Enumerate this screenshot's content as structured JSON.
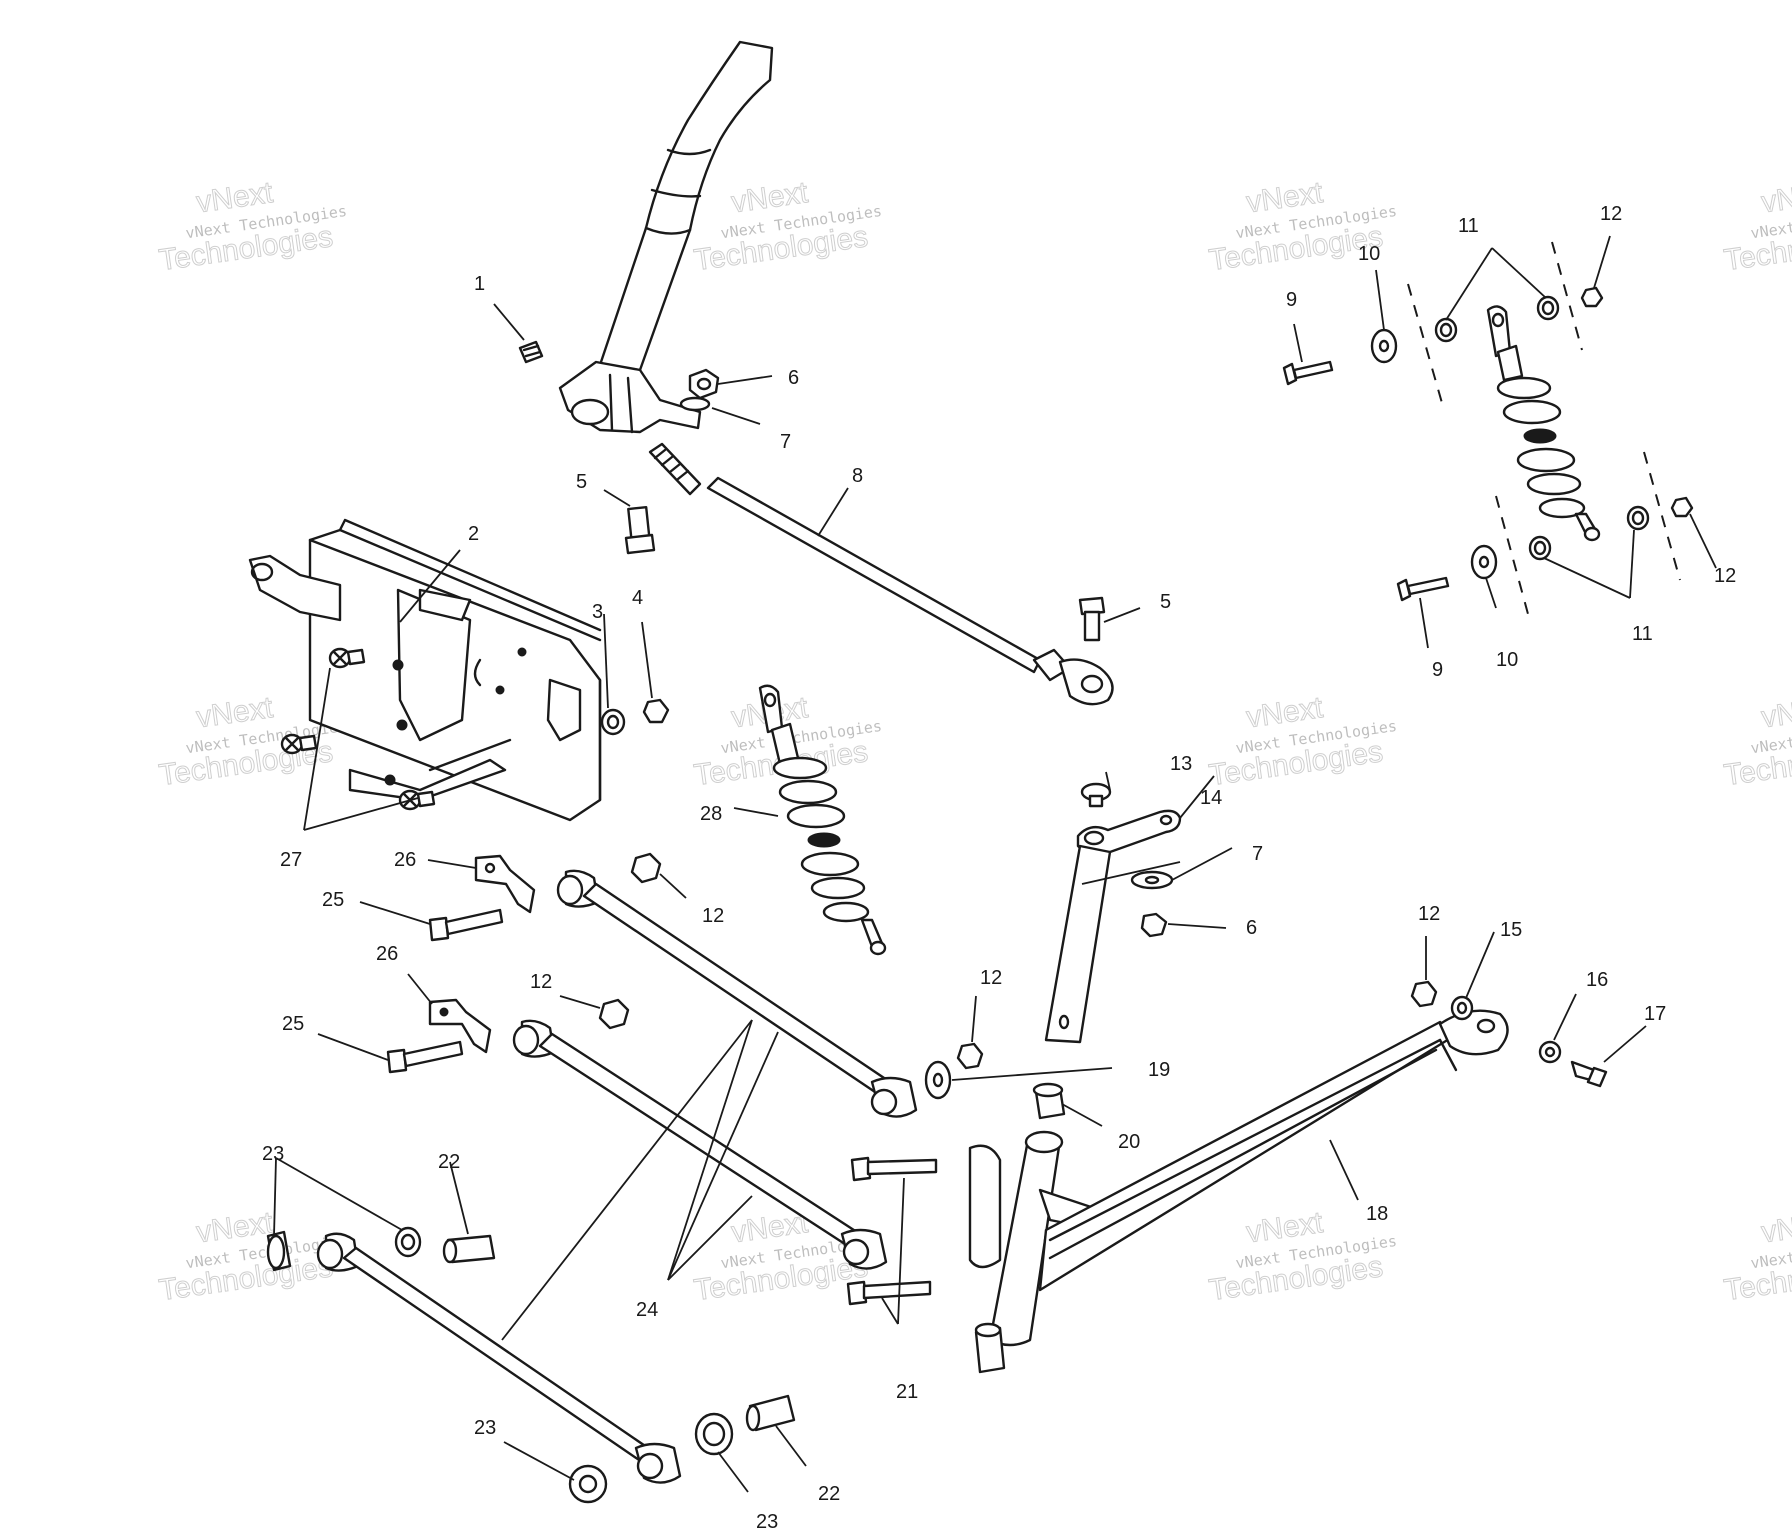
{
  "watermark": {
    "line1": "vNext",
    "line2": "vNext Technologies",
    "line3": "Technologies"
  },
  "callouts": {
    "c1": "1",
    "c2": "2",
    "c3": "3",
    "c4": "4",
    "c5a": "5",
    "c5b": "5",
    "c6a": "6",
    "c6b": "6",
    "c7a": "7",
    "c7b": "7",
    "c8": "8",
    "c9a": "9",
    "c9b": "9",
    "c10a": "10",
    "c10b": "10",
    "c11a": "11",
    "c11b": "11",
    "c12a": "12",
    "c12b": "12",
    "c12c": "12",
    "c12d": "12",
    "c12e": "12",
    "c12f": "12",
    "c13": "13",
    "c14": "14",
    "c15": "15",
    "c16": "16",
    "c17": "17",
    "c18": "18",
    "c19": "19",
    "c20": "20",
    "c21": "21",
    "c22a": "22",
    "c22b": "22",
    "c23a": "23",
    "c23b": "23",
    "c23c": "23",
    "c24": "24",
    "c25a": "25",
    "c25b": "25",
    "c26a": "26",
    "c26b": "26",
    "c27": "27",
    "c28": "28"
  }
}
